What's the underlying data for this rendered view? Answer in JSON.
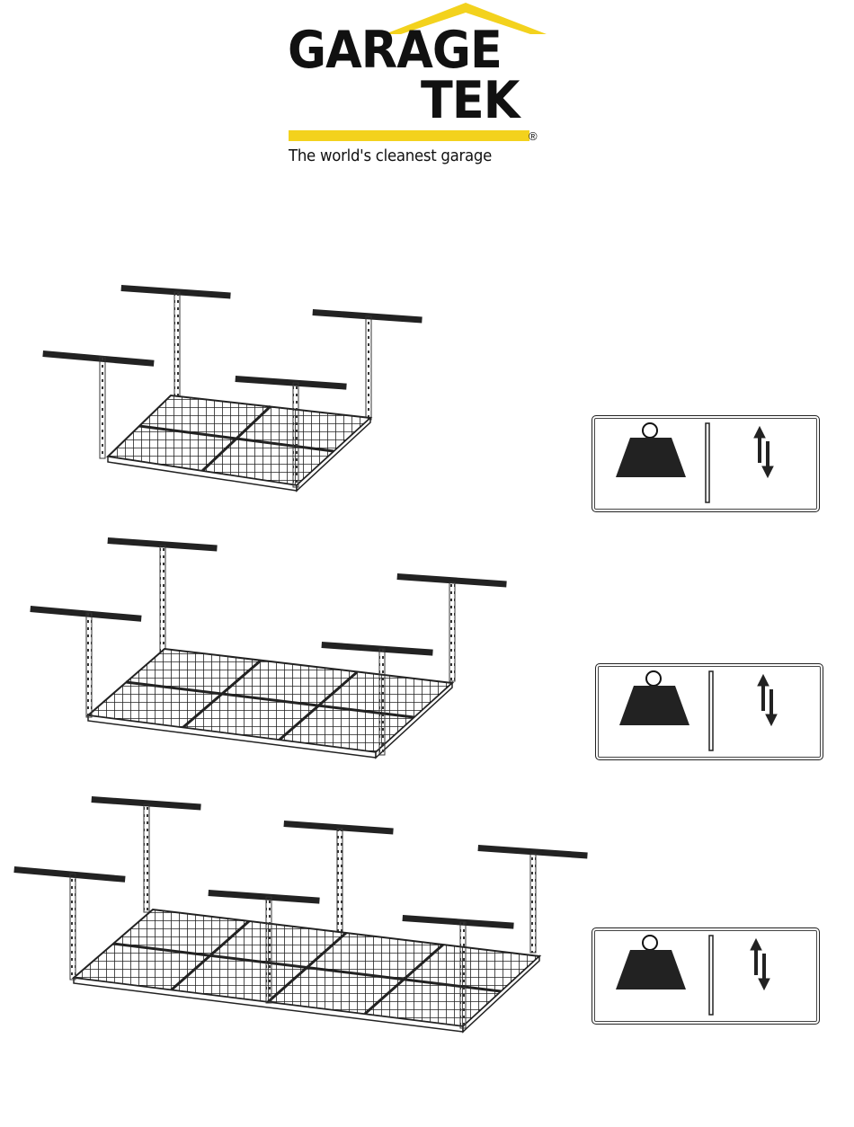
{
  "logo": {
    "word_top": "GARAGE",
    "word_bottom": "TEK",
    "registered": "®",
    "tagline": "The world's cleanest garage",
    "accent_color": "#f3d21d"
  },
  "racks": [
    {
      "name": "2x2 panel overhead rack",
      "panels_across": 2,
      "icons": [
        "weight-icon",
        "up-down-arrows-icon"
      ]
    },
    {
      "name": "3x2 panel overhead rack",
      "panels_across": 3,
      "icons": [
        "weight-icon",
        "up-down-arrows-icon"
      ]
    },
    {
      "name": "4x2 panel overhead rack",
      "panels_across": 4,
      "icons": [
        "weight-icon",
        "up-down-arrows-icon"
      ]
    }
  ]
}
